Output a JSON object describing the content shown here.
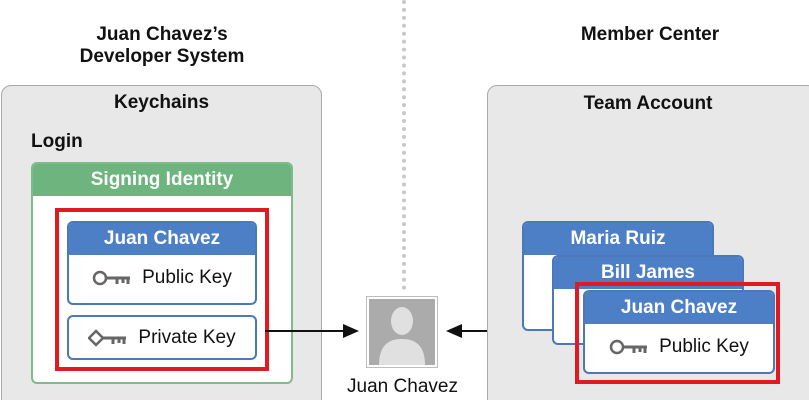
{
  "left_title": {
    "line1": "Juan Chavez’s",
    "line2": "Developer System"
  },
  "right_title": "Member Center",
  "keychains": {
    "title": "Keychains",
    "login_label": "Login",
    "signing_identity": {
      "title": "Signing Identity",
      "card_title": "Juan Chavez",
      "public_key_label": "Public Key",
      "private_key_label": "Private Key"
    }
  },
  "person": {
    "name": "Juan Chavez"
  },
  "team_account": {
    "title": "Team Account",
    "members": [
      {
        "name": "Maria Ruiz"
      },
      {
        "name": "Bill James"
      },
      {
        "name": "Juan Chavez",
        "key_label": "Public Key"
      }
    ]
  },
  "colors": {
    "signing_green": "#6db47f",
    "card_blue": "#4d7fc6",
    "highlight_red": "#e11a22",
    "panel_gray": "#e8e8e8"
  },
  "icons": [
    "public-key-icon",
    "private-key-icon",
    "person-silhouette-icon",
    "arrow-right-icon",
    "arrow-left-icon"
  ]
}
